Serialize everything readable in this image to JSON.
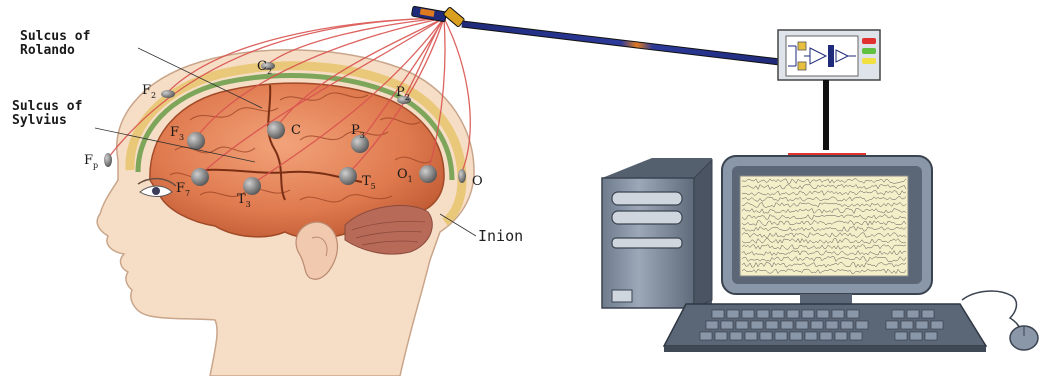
{
  "labels": {
    "sulcus_rolando": [
      "Sulcus of",
      "Rolando"
    ],
    "sulcus_sylvius": [
      "Sulcus of",
      "Sylvius"
    ],
    "inion": "Inion"
  },
  "electrodes": [
    {
      "id": "fp",
      "main": "F",
      "sub": "p"
    },
    {
      "id": "f2",
      "main": "F",
      "sub": "2"
    },
    {
      "id": "c2",
      "main": "C",
      "sub": "2"
    },
    {
      "id": "p2",
      "main": "P",
      "sub": "2"
    },
    {
      "id": "f3",
      "main": "F",
      "sub": "3"
    },
    {
      "id": "c",
      "main": "C",
      "sub": ""
    },
    {
      "id": "p3",
      "main": "P",
      "sub": "3"
    },
    {
      "id": "f7",
      "main": "F",
      "sub": "7"
    },
    {
      "id": "t3",
      "main": "T",
      "sub": "3"
    },
    {
      "id": "t5",
      "main": "T",
      "sub": "5"
    },
    {
      "id": "o1",
      "main": "O",
      "sub": "1"
    },
    {
      "id": "o",
      "main": "O",
      "sub": ""
    }
  ],
  "colors": {
    "brain": "#e07a4f",
    "skin": "#f6ddc6",
    "wire": "#d9534f",
    "cable": "#1f2a7a",
    "computer": "#8a97a8",
    "screen": "#f3efc9",
    "led_red": "#e03030",
    "led_green": "#60c040",
    "led_yellow": "#f0e040"
  }
}
